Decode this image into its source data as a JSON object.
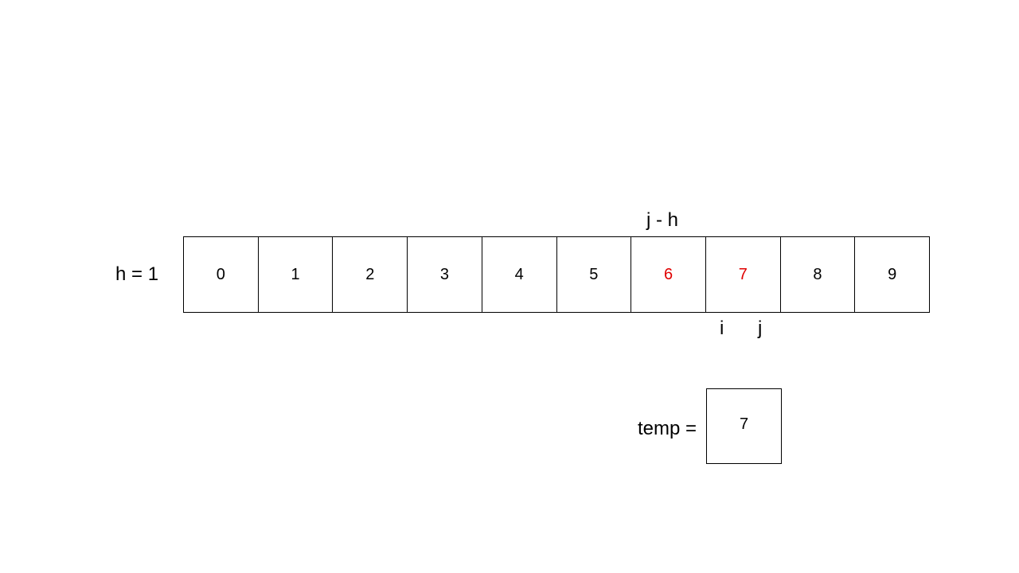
{
  "labels": {
    "h": "h = 1",
    "j_minus_h": "j - h",
    "i": "i",
    "j": "j",
    "temp": "temp ="
  },
  "array": {
    "cells": [
      {
        "value": "0",
        "highlight": false
      },
      {
        "value": "1",
        "highlight": false
      },
      {
        "value": "2",
        "highlight": false
      },
      {
        "value": "3",
        "highlight": false
      },
      {
        "value": "4",
        "highlight": false
      },
      {
        "value": "5",
        "highlight": false
      },
      {
        "value": "6",
        "highlight": true
      },
      {
        "value": "7",
        "highlight": true
      },
      {
        "value": "8",
        "highlight": false
      },
      {
        "value": "9",
        "highlight": false
      }
    ]
  },
  "temp": {
    "value": "7"
  },
  "colors": {
    "highlight": "#e00000",
    "text": "#000000",
    "border": "#000000"
  }
}
